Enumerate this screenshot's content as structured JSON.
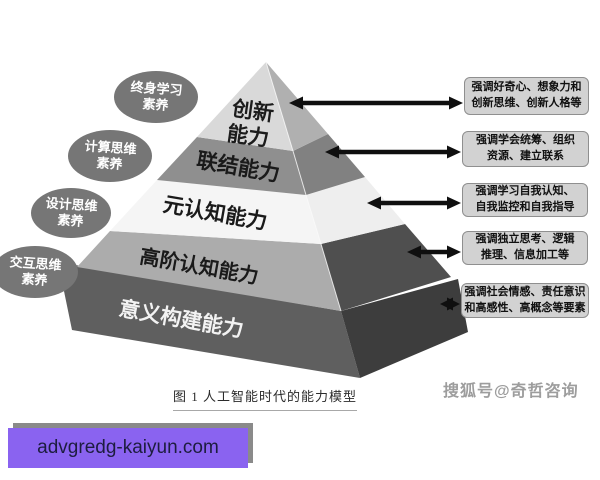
{
  "figure": {
    "caption": "图 1  人工智能时代的能力模型"
  },
  "pyramid": {
    "levels": [
      {
        "name": "创新能力",
        "line1": "创新",
        "line2": "能力"
      },
      {
        "name": "联结能力"
      },
      {
        "name": "元认知能力"
      },
      {
        "name": "高阶认知能力"
      },
      {
        "name": "意义构建能力"
      }
    ]
  },
  "literacy_bubbles": [
    {
      "line1": "终身学习",
      "line2": "素养"
    },
    {
      "line1": "计算思维",
      "line2": "素养"
    },
    {
      "line1": "设计思维",
      "line2": "素养"
    },
    {
      "line1": "交互思维",
      "line2": "素养"
    }
  ],
  "annotation_boxes": [
    {
      "line1": "强调好奇心、想象力和",
      "line2": "创新思维、创新人格等"
    },
    {
      "line1": "强调学会统筹、组织",
      "line2": "资源、建立联系"
    },
    {
      "line1": "强调学习自我认知、",
      "line2": "自我监控和自我指导"
    },
    {
      "line1": "强调独立思考、逻辑",
      "line2": "推理、信息加工等"
    },
    {
      "line1": "强调社会情感、责任意识",
      "line2": "和高感性、高概念等要素"
    }
  ],
  "watermarks": {
    "bottom_left": "advgredg-kaiyun.com",
    "bottom_right": "搜狐号@奇哲咨询"
  },
  "colors": {
    "level1_front": "#d9d9d9",
    "level2_front": "#8f8f8f",
    "level3_front": "#f5f5f5",
    "level4_front": "#acacac",
    "level5_front": "#5f5f5f",
    "arrow": "#0f0f0f",
    "bubble_fill": "#767676",
    "annotation_fill": "#d2d2d2",
    "accent_purple": "#8a63f0"
  }
}
